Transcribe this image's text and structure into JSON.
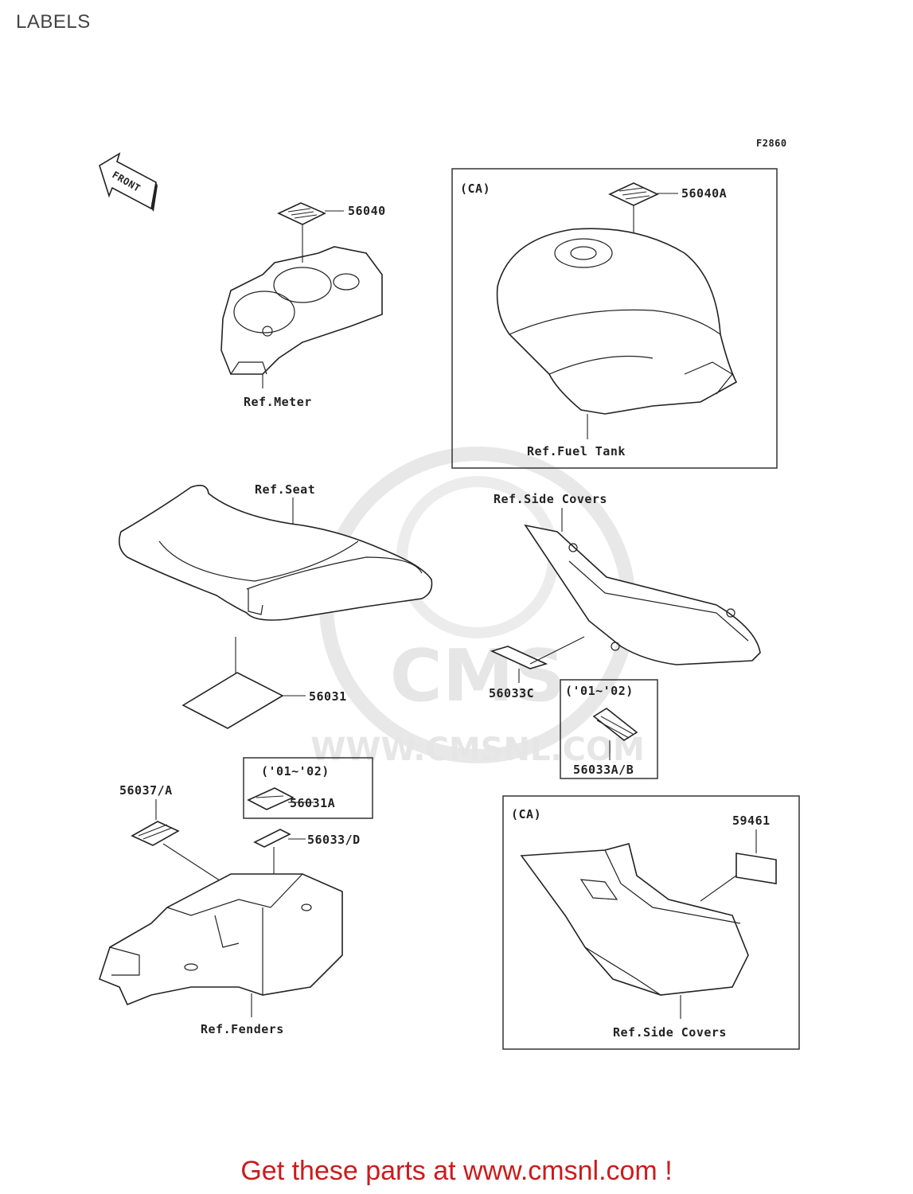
{
  "page": {
    "title": "LABELS"
  },
  "diagram": {
    "figure_id": "F2860",
    "front_arrow": "FRONT",
    "callouts": {
      "p56040": "56040",
      "p56040A": "56040A",
      "p56031": "56031",
      "p56033C": "56033C",
      "p56033AB": "56033A/B",
      "p56037A": "56037/A",
      "p56031A": "56031A",
      "p56033D": "56033/D",
      "p59461": "59461"
    },
    "references": {
      "meter": "Ref.Meter",
      "fuel_tank": "Ref.Fuel Tank",
      "seat": "Ref.Seat",
      "side_covers_upper": "Ref.Side Covers",
      "fenders": "Ref.Fenders",
      "side_covers_lower": "Ref.Side Covers"
    },
    "boxes": {
      "ca_tank": "(CA)",
      "years_side": "('01~'02)",
      "years_seat": "('01~'02)",
      "ca_side": "(CA)"
    }
  },
  "watermark": {
    "brand": "CMS",
    "site": "WWW.CMSNL.COM"
  },
  "footer": {
    "promo": "Get these parts at www.cmsnl.com !"
  }
}
